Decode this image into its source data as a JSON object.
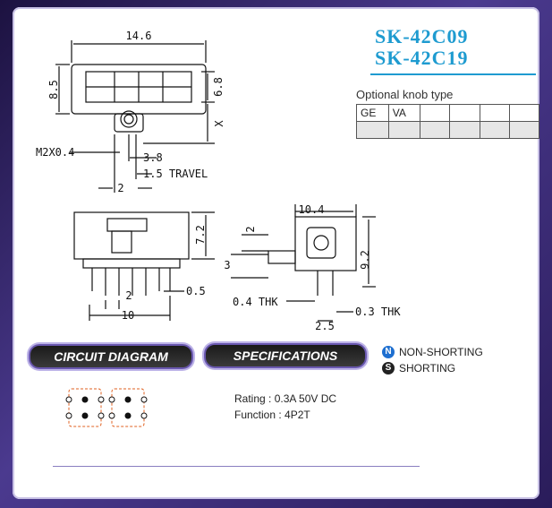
{
  "titles": [
    "SK-42C09",
    "SK-42C19"
  ],
  "knob_type": {
    "label": "Optional knob type",
    "row1": [
      "GE",
      "VA",
      "",
      "",
      "",
      ""
    ],
    "row2": [
      "",
      "",
      "",
      "",
      "",
      ""
    ]
  },
  "dimensions": {
    "width_top": "14.6",
    "height_left": "8.5",
    "height_right": "6.8",
    "x_label": "X",
    "thread": "M2X0.4",
    "offset_38": "3.8",
    "travel": "1.5 TRAVEL",
    "pitch_2": "2",
    "side_height": "7.2",
    "pin_2": "2",
    "pin_05": "0.5",
    "base_10": "10",
    "depth_104": "10.4",
    "small_2": "2",
    "knob_3": "3",
    "height_92": "9.2",
    "thk_04": "0.4 THK",
    "thk_03": "0.3 THK",
    "pitch_25": "2.5"
  },
  "sections": {
    "circuit": "CIRCUIT DIAGRAM",
    "specs": "SPECIFICATIONS"
  },
  "legend": {
    "non_shorting": "NON-SHORTING",
    "shorting": "SHORTING",
    "n_glyph": "N",
    "s_glyph": "S"
  },
  "specs": {
    "rating": "Rating : 0.3A 50V DC",
    "function": "Function : 4P2T"
  },
  "colors": {
    "title": "#1e9bd0",
    "frame": "#3a2a6e",
    "legend_n": "#1e6fd0",
    "legend_s": "#222222"
  }
}
